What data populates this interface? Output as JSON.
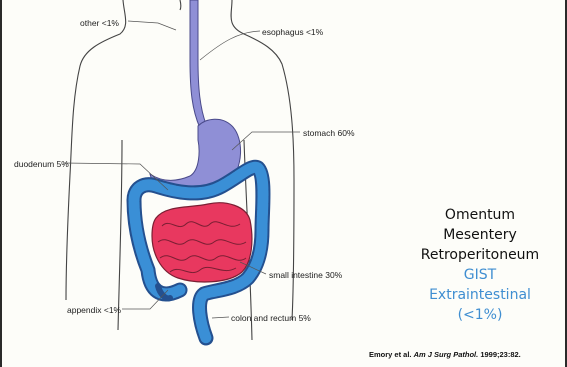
{
  "labels": {
    "other": "other <1%",
    "esophagus": "esophagus <1%",
    "stomach": "stomach 60%",
    "duodenum": "duodenum 5%",
    "small_intestine": "small intestine 30%",
    "appendix": "appendix <1%",
    "colon_rectum": "colon and rectum 5%"
  },
  "right_text": {
    "line1": "Omentum",
    "line2": "Mesentery",
    "line3": "Retroperitoneum",
    "line4": "GIST",
    "line5": "Extraintestinal",
    "line6": "(<1%)"
  },
  "citation": {
    "authors": "Emory et al.",
    "journal": "Am J Surg Pathol.",
    "ref": "1999;23:82."
  },
  "colors": {
    "esophagus_stomach": "#8f8fd6",
    "colon": "#3a8fd6",
    "small_intestine": "#e8385f",
    "blue_text": "#3f8ed1"
  }
}
